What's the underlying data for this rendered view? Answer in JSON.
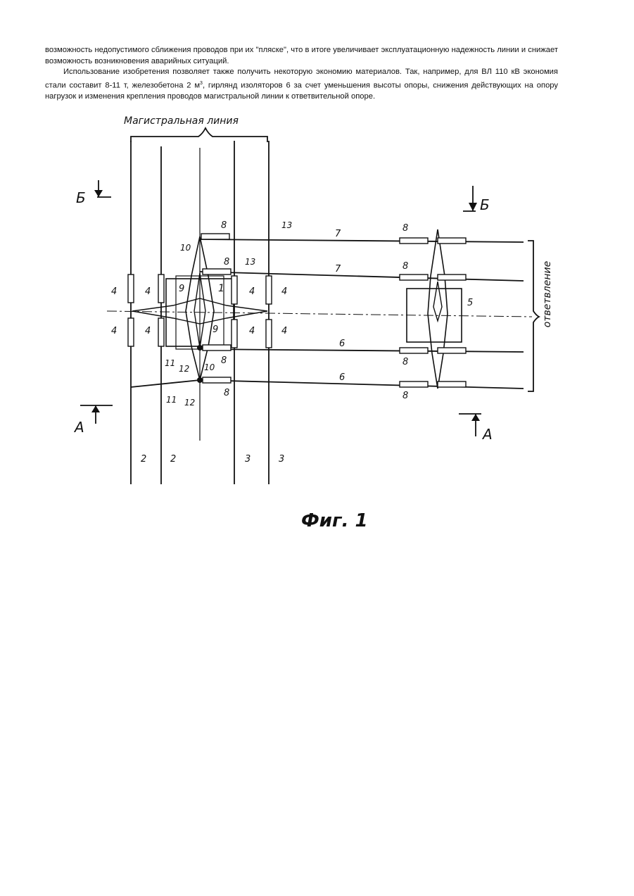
{
  "text": {
    "para1": "возможность недопустимого сближения проводов при их \"пляске\", что в итоге увеличивает эксплуатационную надежность линии и снижает возможность возникновения аварийных ситуаций.",
    "para2_a": "Использование изобретения позволяет также получить некоторую экономию материалов. Так, например, для ВЛ 110 кВ экономия стали составит 8-11 т, железобетона 2 м",
    "para2_sup": "3",
    "para2_b": ", гирлянд изоляторов 6 за счет уменьшения высоты опоры, снижения действующих на опору нагрузок и изменения крепления проводов магистральной линии к ответвительной опоре."
  },
  "figure": {
    "main_line_label": "Магистральная линия",
    "branch_label": "ответвление",
    "section_b": "Б",
    "section_a": "А",
    "caption": "Фиг. 1",
    "labels": {
      "n1": "1",
      "n2": "2",
      "n3": "3",
      "n4": "4",
      "n5": "5",
      "n6": "6",
      "n7": "7",
      "n8": "8",
      "n9": "9",
      "n10": "10",
      "n11": "11",
      "n12": "12",
      "n13": "13"
    }
  }
}
